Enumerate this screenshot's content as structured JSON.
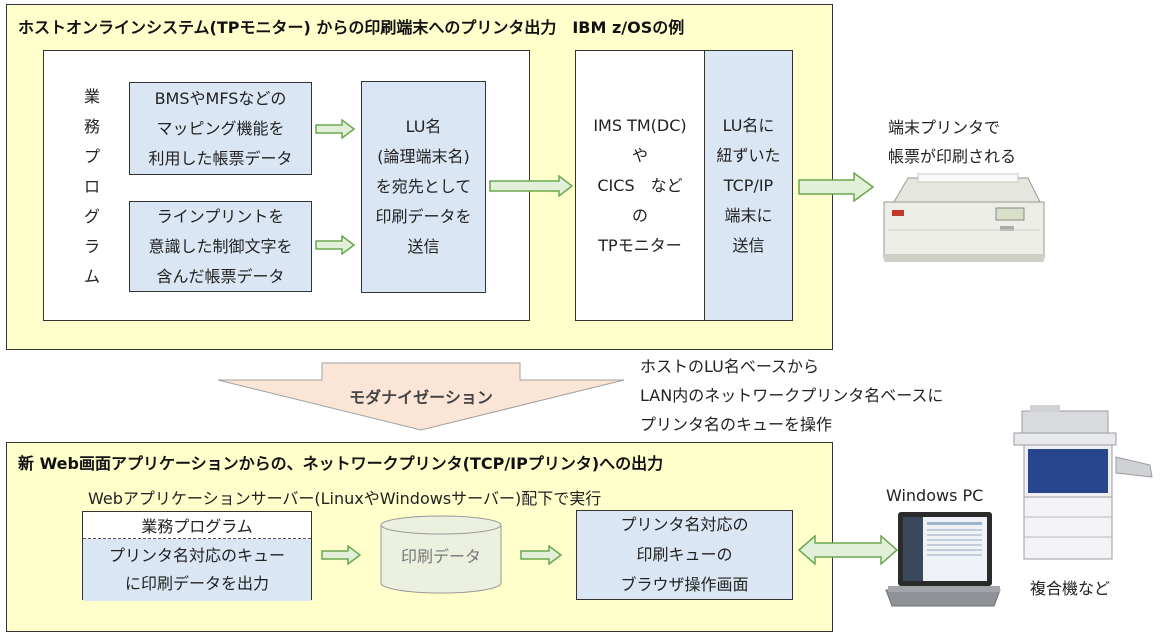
{
  "top": {
    "title": "ホストオンラインシステム(TPモニター) からの印刷端末へのプリンタ出力　IBM z/OSの例",
    "vertical_label": [
      "業",
      "務",
      "プ",
      "ロ",
      "グ",
      "ラ",
      "ム"
    ],
    "box_bms": [
      "BMSやMFSなどの",
      "マッピング機能を",
      "利用した帳票データ"
    ],
    "box_line": [
      "ラインプリントを",
      "意識した制御文字を",
      "含んだ帳票データ"
    ],
    "box_lu": [
      "LU名",
      "(論理端末名)",
      "を宛先として",
      "印刷データを",
      "送信"
    ],
    "box_tp": [
      "IMS TM(DC)",
      "や",
      "CICS　など",
      "の",
      "TPモニター"
    ],
    "box_lu_send": [
      "LU名に",
      "紐ずいた",
      "TCP/IP",
      "端末に",
      "送信"
    ],
    "printer_caption": [
      "端末プリンタで",
      "帳票が印刷される"
    ]
  },
  "modernization": {
    "label": "モダナイゼーション",
    "note": [
      "ホストのLU名ベースから",
      "LAN内のネットワークプリンタ名ベースに",
      "プリンタ名のキューを操作"
    ]
  },
  "bottom": {
    "title": "新 Web画面アプリケーションからの、ネットワークプリンタ(TCP/IPプリンタ)への出力",
    "subtitle": "Webアプリケーションサーバー(LinuxやWindowsサーバー)配下で実行",
    "program_header": "業務プログラム",
    "program_body": [
      "プリンタ名対応のキュー",
      "に印刷データを出力"
    ],
    "cylinder_label": "印刷データ",
    "queue_box": [
      "プリンタ名対応の",
      "印刷キューの",
      "ブラウザ操作画面"
    ],
    "pc_label": "Windows PC",
    "mfp_label": "複合機など"
  },
  "colors": {
    "panel": "#ffffcc",
    "box_blue": "#dae6f4",
    "arrow_fill": "#e2f0d9",
    "arrow_stroke": "#6aa84f",
    "mod_arrow_fill": "#fbe5d6"
  }
}
